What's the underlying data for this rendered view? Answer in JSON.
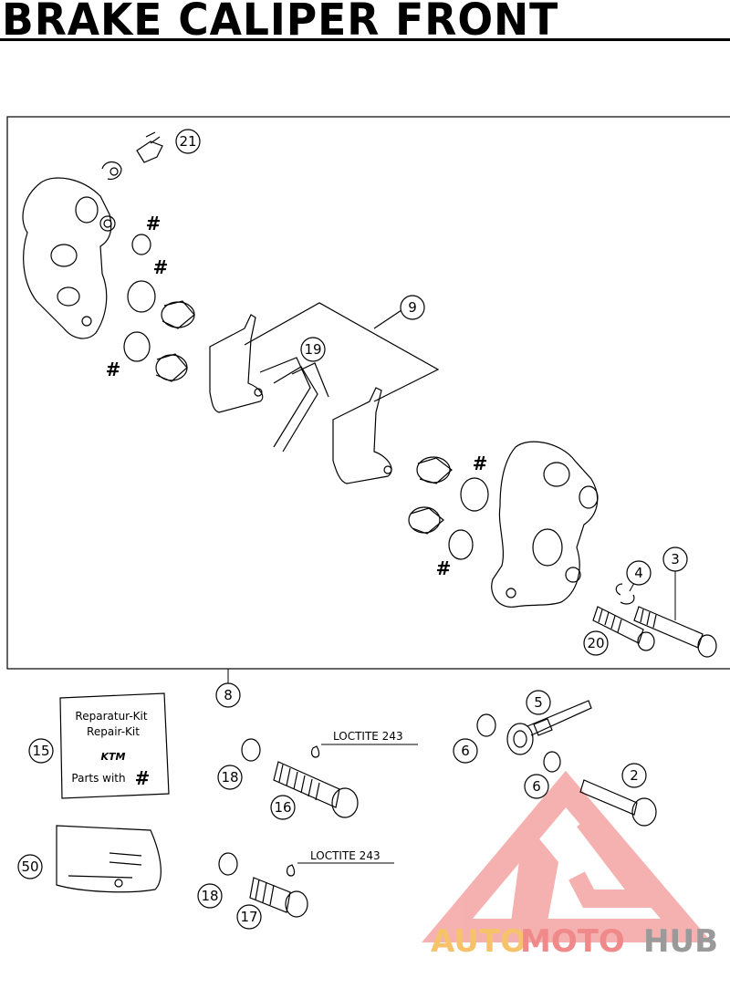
{
  "title": "BRAKE CALIPER FRONT",
  "callouts": {
    "n21": "21",
    "n9": "9",
    "n19": "19",
    "n3": "3",
    "n4": "4",
    "n20": "20",
    "n8": "8",
    "n5": "5",
    "n6a": "6",
    "n6b": "6",
    "n2": "2",
    "n15": "15",
    "n18a": "18",
    "n16": "16",
    "n18b": "18",
    "n17": "17",
    "n50": "50"
  },
  "hash_mark": "#",
  "repair_kit": {
    "line1": "Reparatur-Kit",
    "line2": "Repair-Kit",
    "logo": "KTM",
    "line3": "Parts with",
    "hash": "#"
  },
  "loctite_label_1": "LOCTITE 243",
  "loctite_label_2": "LOCTITE 243",
  "watermark": {
    "auto": "AUTO",
    "moto": "MOTO",
    "hub": "HUB",
    "colors": {
      "auto": "#f6c36a",
      "moto": "#f08a8a",
      "hub": "#9a9a9a",
      "logo": "#f4a3a3"
    }
  }
}
